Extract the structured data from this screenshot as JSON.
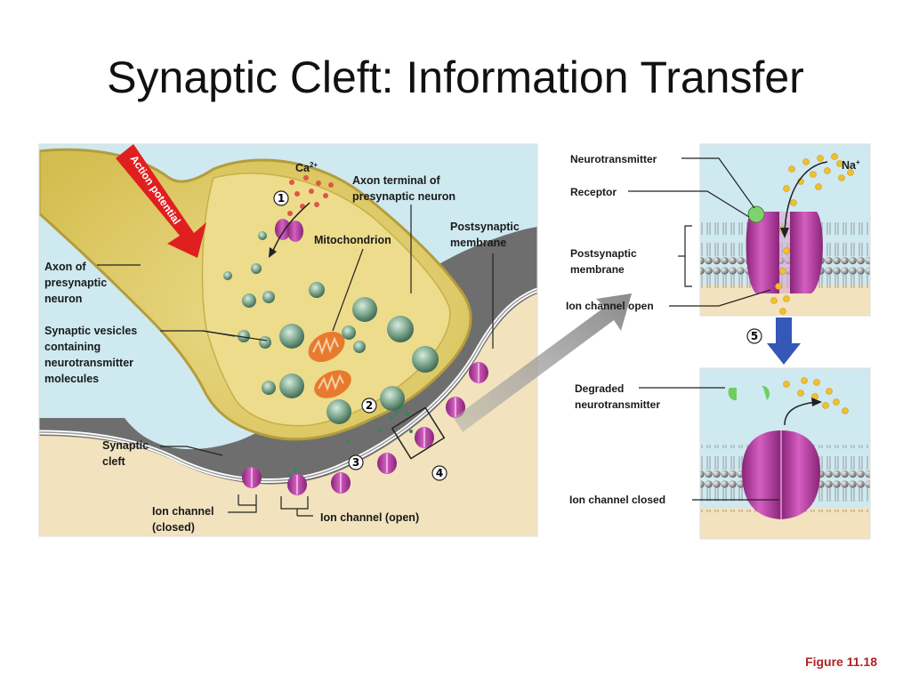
{
  "slide": {
    "title": "Synaptic Cleft: Information Transfer",
    "figure_caption": "Figure 11.18"
  },
  "main_diagram": {
    "action_potential_label": "Action potential",
    "calcium_label": "Ca",
    "calcium_charge": "2+",
    "labels": {
      "axon_terminal": "Axon terminal of\npresynaptic neuron",
      "mitochondrion": "Mitochondrion",
      "postsynaptic_membrane": "Postsynaptic\nmembrane",
      "axon_of_presynaptic": "Axon of\npresynaptic\nneuron",
      "synaptic_vesicles": "Synaptic vesicles\ncontaining\nneurotransmitter\nmolecules",
      "synaptic_cleft": "Synaptic\ncleft",
      "ion_channel_closed": "Ion channel\n(closed)",
      "ion_channel_open": "Ion channel (open)"
    },
    "steps": [
      "1",
      "2",
      "3",
      "4"
    ]
  },
  "inset_top": {
    "labels": {
      "neurotransmitter": "Neurotransmitter",
      "receptor": "Receptor",
      "postsynaptic_membrane": "Postsynaptic\nmembrane",
      "ion_channel_open": "Ion channel open",
      "sodium": "Na",
      "sodium_charge": "+"
    }
  },
  "step5": "5",
  "inset_bottom": {
    "labels": {
      "degraded_neurotransmitter": "Degraded\nneurotransmitter",
      "ion_channel_closed": "Ion channel closed"
    }
  },
  "colors": {
    "extracellular": "#cfe9f1",
    "cytoplasm_bg": "#f2e3be",
    "axon_yellow": "#e2cf6a",
    "axon_edge": "#b39d3c",
    "cleft_gray": "#6e6e6e",
    "channel_magenta": "#b0389e",
    "action_red": "#e02020",
    "arrow_blue": "#3557b7",
    "vesicle_green": "#7fa88f",
    "mito_orange": "#e87a2e",
    "ca_red": "#e05545",
    "nt_yellow": "#f0c030"
  }
}
